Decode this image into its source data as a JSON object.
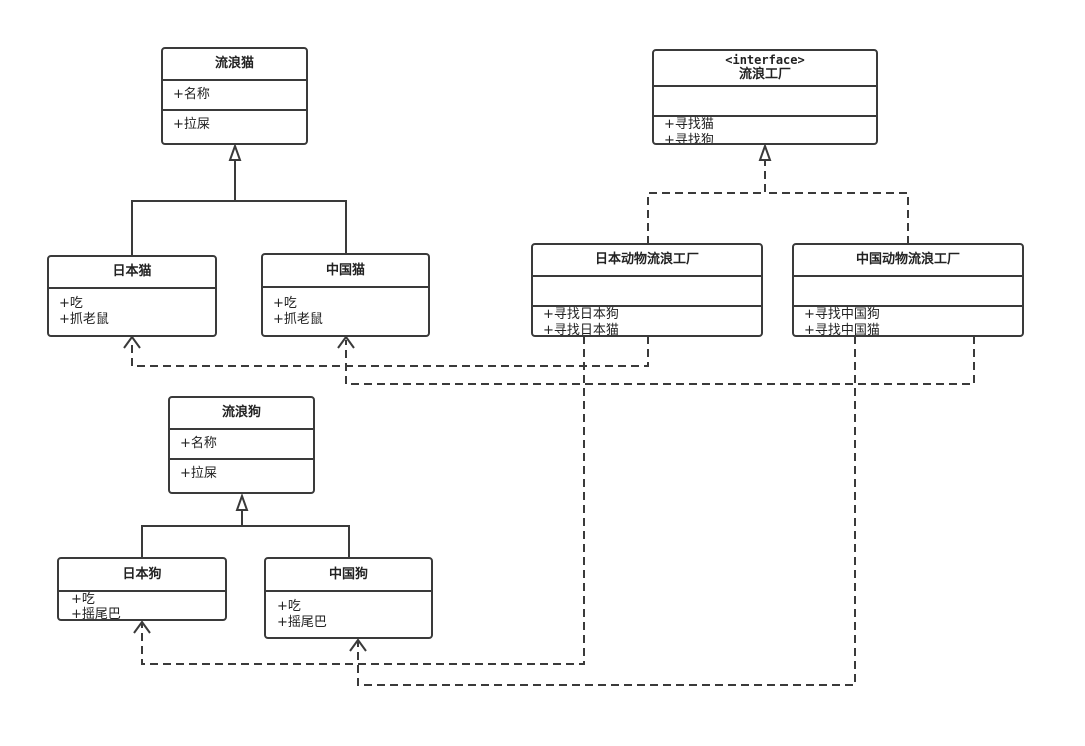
{
  "diagram_type": "UML class diagram",
  "classes": {
    "stray_cat": {
      "name": "流浪猫",
      "attributes": [
        "+名称"
      ],
      "methods": [
        "+拉屎"
      ]
    },
    "japanese_cat": {
      "name": "日本猫",
      "methods": [
        "+吃",
        "+抓老鼠"
      ]
    },
    "chinese_cat": {
      "name": "中国猫",
      "methods": [
        "+吃",
        "+抓老鼠"
      ]
    },
    "stray_factory": {
      "stereotype": "<interface>",
      "name": "流浪工厂",
      "methods": [
        "+寻找猫",
        "+寻找狗"
      ]
    },
    "japan_factory": {
      "name": "日本动物流浪工厂",
      "methods": [
        "+寻找日本狗",
        "+寻找日本猫"
      ]
    },
    "china_factory": {
      "name": "中国动物流浪工厂",
      "methods": [
        "+寻找中国狗",
        "+寻找中国猫"
      ]
    },
    "stray_dog": {
      "name": "流浪狗",
      "attributes": [
        "+名称"
      ],
      "methods": [
        "+拉屎"
      ]
    },
    "japanese_dog": {
      "name": "日本狗",
      "methods": [
        "+吃",
        "+摇尾巴"
      ]
    },
    "chinese_dog": {
      "name": "中国狗",
      "methods": [
        "+吃",
        "+摇尾巴"
      ]
    }
  },
  "relationships": [
    {
      "from": "japanese_cat",
      "to": "stray_cat",
      "type": "inheritance"
    },
    {
      "from": "chinese_cat",
      "to": "stray_cat",
      "type": "inheritance"
    },
    {
      "from": "japanese_dog",
      "to": "stray_dog",
      "type": "inheritance"
    },
    {
      "from": "chinese_dog",
      "to": "stray_dog",
      "type": "inheritance"
    },
    {
      "from": "japan_factory",
      "to": "stray_factory",
      "type": "realization"
    },
    {
      "from": "china_factory",
      "to": "stray_factory",
      "type": "realization"
    },
    {
      "from": "japan_factory",
      "to": "japanese_cat",
      "type": "dependency"
    },
    {
      "from": "japan_factory",
      "to": "japanese_dog",
      "type": "dependency"
    },
    {
      "from": "china_factory",
      "to": "chinese_cat",
      "type": "dependency"
    },
    {
      "from": "china_factory",
      "to": "chinese_dog",
      "type": "dependency"
    }
  ]
}
